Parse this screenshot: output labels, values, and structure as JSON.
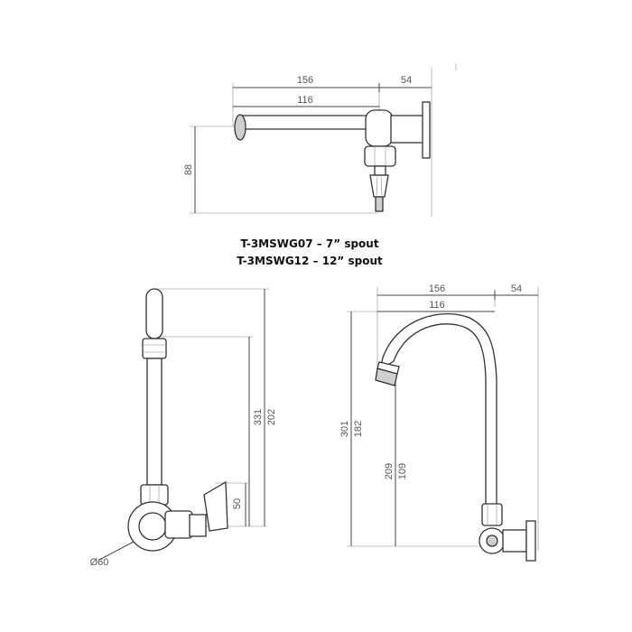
{
  "titles": {
    "line1": "T-3MSWG07 – 7” spout",
    "line2": "T-3MSWG12 – 12” spout"
  },
  "top_view": {
    "dim_overall": "156",
    "dim_reach": "116",
    "dim_flange": "54",
    "dim_height": "88"
  },
  "left_view": {
    "dim_total": "331",
    "dim_spout": "202",
    "dim_handle": "50",
    "dim_diameter": "Ø60"
  },
  "right_view": {
    "dim_overall": "156",
    "dim_reach": "116",
    "dim_flange": "54",
    "dim_total": "301",
    "dim_arc": "182",
    "dim_outlet_total": "209",
    "dim_outlet": "109"
  }
}
